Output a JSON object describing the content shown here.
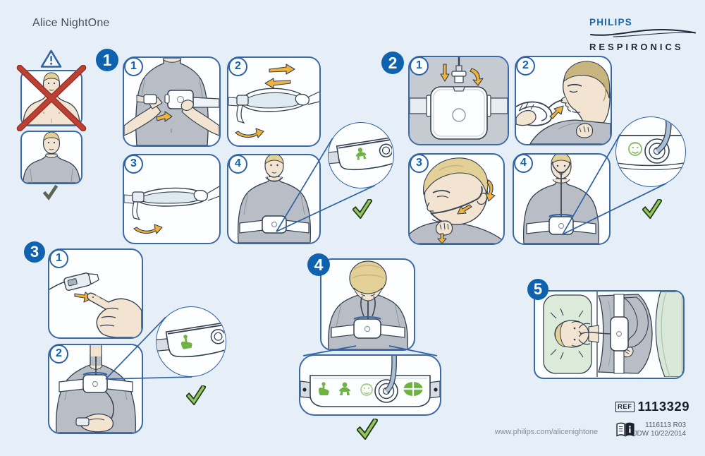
{
  "header": {
    "title": "Alice NightOne",
    "logo": {
      "brand": "PHILIPS",
      "sub": "RESPIRONICS"
    }
  },
  "warning": {
    "icon": "warning-triangle",
    "mark": "!"
  },
  "usage_examples": {
    "incorrect": {
      "icon": "no-bare-chest-crossed",
      "meaning": "do not wear on bare chest"
    },
    "correct": {
      "icon": "shirt-checkmark",
      "meaning": "wear over a shirt"
    }
  },
  "sections": [
    {
      "number": "1",
      "steps": [
        "1",
        "2",
        "3",
        "4"
      ],
      "topic": "attach effort belt and device"
    },
    {
      "number": "2",
      "steps": [
        "1",
        "2",
        "3",
        "4"
      ],
      "topic": "connect and fit nasal cannula"
    },
    {
      "number": "3",
      "steps": [
        "1",
        "2"
      ],
      "topic": "attach finger oximetry sensor"
    },
    {
      "number": "4",
      "steps": [],
      "topic": "check indicators on device"
    },
    {
      "number": "5",
      "steps": [],
      "topic": "sleep position"
    }
  ],
  "indicator_icons": {
    "zoom1": "patient-belt-icon",
    "zoom2": "face-cannula-icon",
    "zoom3": "finger-sensor-icon",
    "panel4": [
      "finger-sensor-icon",
      "patient-belt-icon",
      "face-cannula-icon",
      "status-ok-icon"
    ]
  },
  "footer": {
    "url": "www.philips.com/alicenightone",
    "ref_label": "REF",
    "ref_number": "1113329",
    "revision_line1": "1116113 R03",
    "revision_line2": "JDW 10/22/2014"
  },
  "colors": {
    "background": "#e6eff7",
    "panel_fill": "#fcfeff",
    "panel_border": "#3b69a5",
    "badge_blue": "#0f62ae",
    "philips_blue": "#1767ae",
    "dark_navy": "#1c2836",
    "outline_ink": "#33404f",
    "arrow_yellow": "#f0b23a",
    "wrong_red": "#b93a2f",
    "good_green": "#6fb344",
    "shirt_gray": "#b9bec6",
    "skin": "#f3e4d1",
    "hair_blond": "#e3d096",
    "bed_green": "#d9e8d9"
  }
}
